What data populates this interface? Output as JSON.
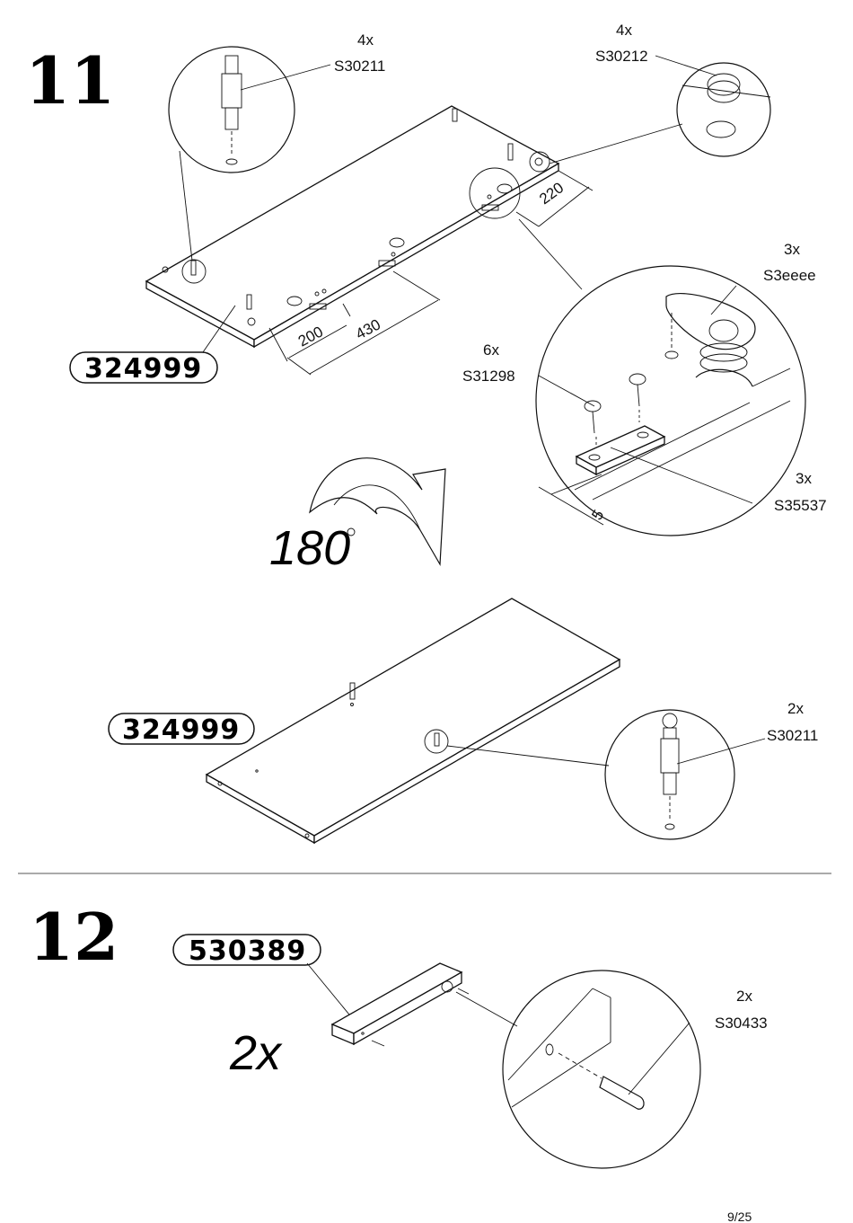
{
  "step11": {
    "number": "11",
    "part_board_top": "324999",
    "part_board_bottom": "324999",
    "rotate_label": "180",
    "dims": {
      "d200": "200",
      "d430": "430",
      "d220": "220",
      "d5": "5"
    },
    "callouts": {
      "s30211_top": {
        "qty": "4x",
        "code": "S30211"
      },
      "s30212": {
        "qty": "4x",
        "code": "S30212"
      },
      "s3eeee": {
        "qty": "3x",
        "code": "S3eeee"
      },
      "s31298": {
        "qty": "6x",
        "code": "S31298"
      },
      "s35537": {
        "qty": "3x",
        "code": "S35537"
      },
      "s30211_bottom": {
        "qty": "2x",
        "code": "S30211"
      }
    }
  },
  "step12": {
    "number": "12",
    "part_rail": "530389",
    "multiplier": "2x",
    "callouts": {
      "s30433": {
        "qty": "2x",
        "code": "S30433"
      }
    }
  },
  "footer": {
    "page": "9/25"
  }
}
